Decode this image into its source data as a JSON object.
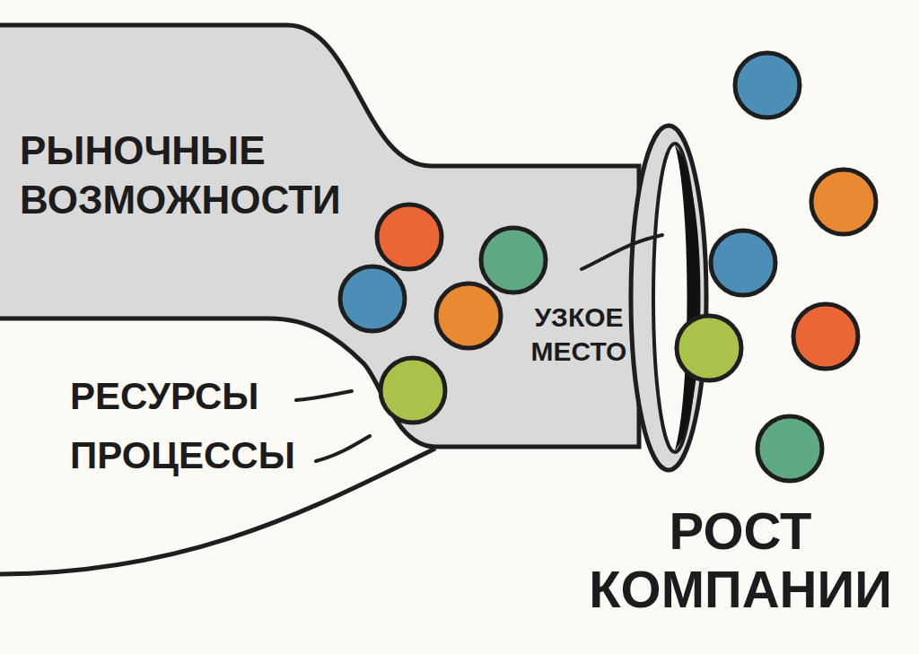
{
  "diagram": {
    "nodes": [
      {
        "text": [
          "РЫНОЧНЫЕ ВОЗМОЖНОСТИ",
          "УЗКОЕ МЕСТО"
        ]
      }
    ],
    "labels": [
      "РЕСУРСЫ",
      "ПРОЦЕССЫ",
      "РОСТ КОМПАНИИ"
    ]
  }
}
